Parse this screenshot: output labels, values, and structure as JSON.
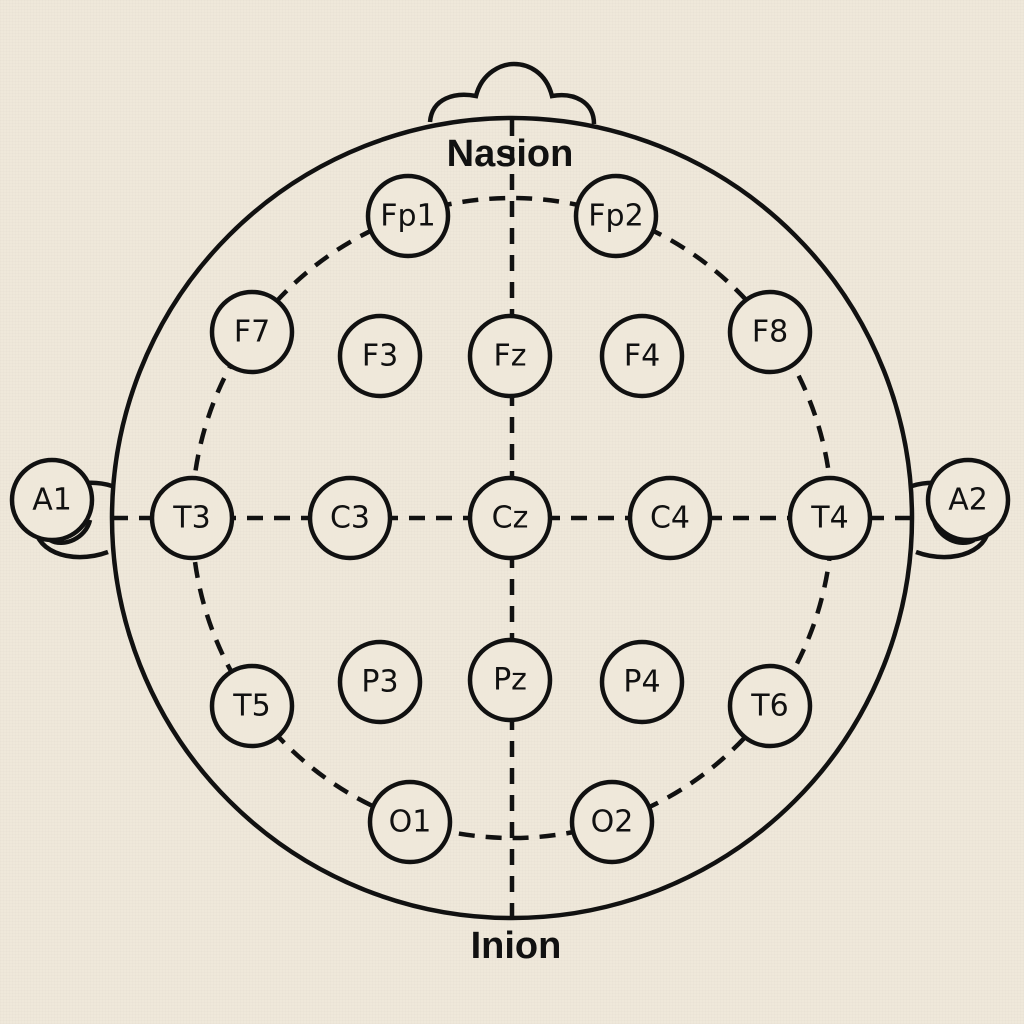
{
  "landmarks": {
    "top": "Nasion",
    "bottom": "Inion"
  },
  "electrodes": [
    {
      "id": "Fp1",
      "label": "Fp1"
    },
    {
      "id": "Fp2",
      "label": "Fp2"
    },
    {
      "id": "F7",
      "label": "F7"
    },
    {
      "id": "F3",
      "label": "F3"
    },
    {
      "id": "Fz",
      "label": "Fz"
    },
    {
      "id": "F4",
      "label": "F4"
    },
    {
      "id": "F8",
      "label": "F8"
    },
    {
      "id": "A1",
      "label": "A1"
    },
    {
      "id": "T3",
      "label": "T3"
    },
    {
      "id": "C3",
      "label": "C3"
    },
    {
      "id": "Cz",
      "label": "Cz"
    },
    {
      "id": "C4",
      "label": "C4"
    },
    {
      "id": "T4",
      "label": "T4"
    },
    {
      "id": "A2",
      "label": "A2"
    },
    {
      "id": "T5",
      "label": "T5"
    },
    {
      "id": "P3",
      "label": "P3"
    },
    {
      "id": "Pz",
      "label": "Pz"
    },
    {
      "id": "P4",
      "label": "P4"
    },
    {
      "id": "T6",
      "label": "T6"
    },
    {
      "id": "O1",
      "label": "O1"
    },
    {
      "id": "O2",
      "label": "O2"
    }
  ],
  "colors": {
    "ink": "#111111",
    "paper": "#efe8da"
  }
}
